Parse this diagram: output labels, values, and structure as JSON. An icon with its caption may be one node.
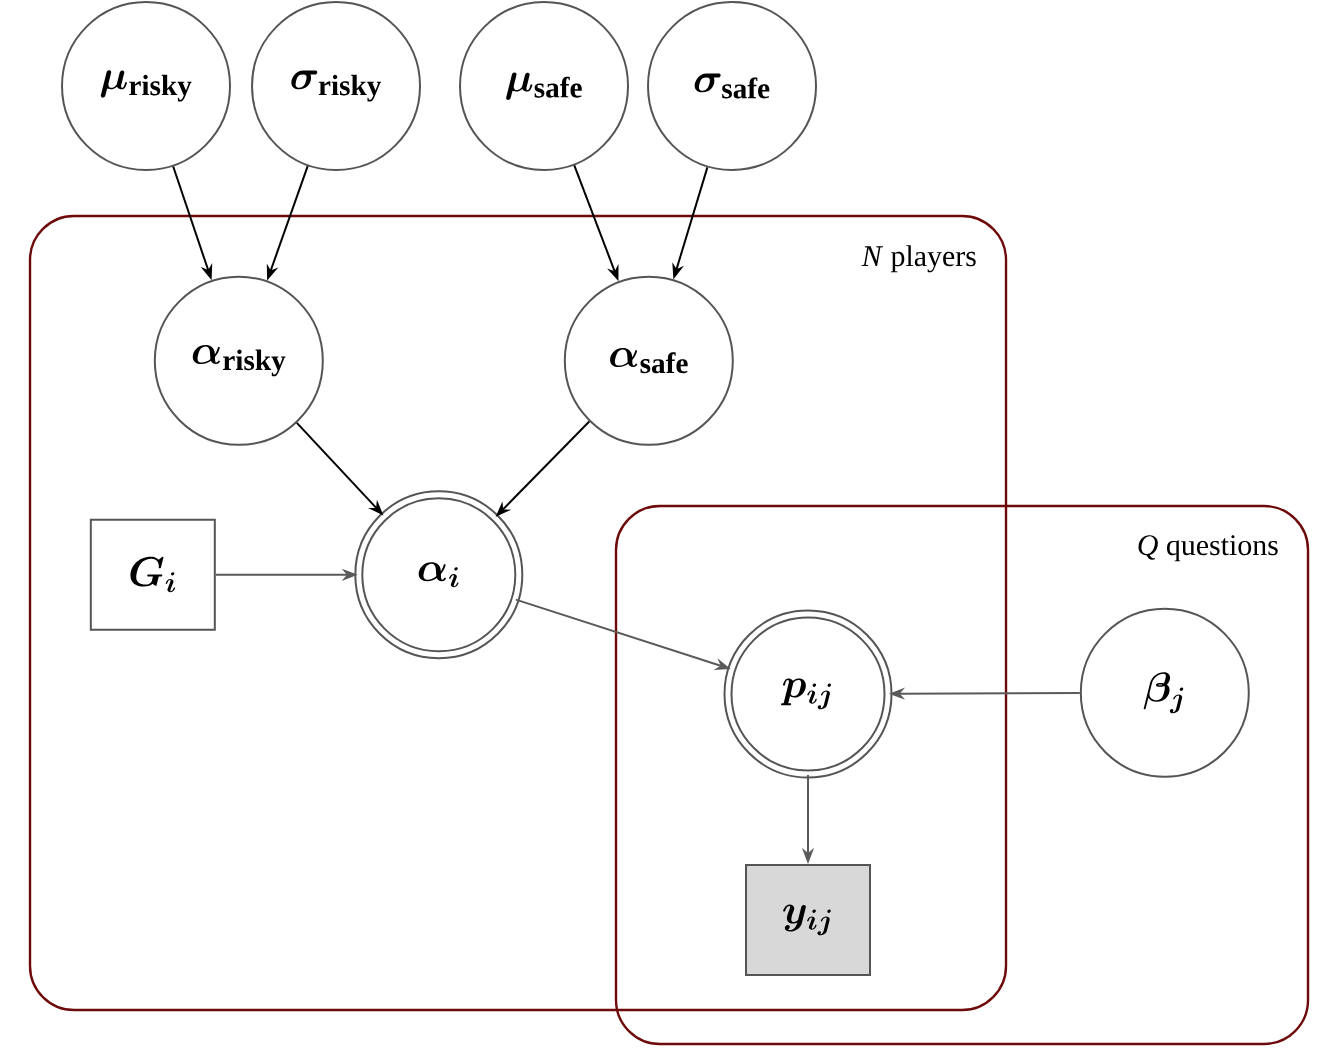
{
  "diagram": {
    "nodes": [
      {
        "text": [
          "\\mu_{\\mathrm{risky}}"
        ]
      },
      {
        "text": [
          "\\sigma_{\\mathrm{risky}}"
        ]
      },
      {
        "text": [
          "\\mu_{\\mathrm{safe}}"
        ]
      },
      {
        "text": [
          "\\sigma_{\\mathrm{safe}}"
        ]
      },
      {
        "text": [
          "*N* players"
        ]
      },
      {
        "text": [
          "\\alpha_{\\mathrm{risky}}"
        ],
        "in": 4
      },
      {
        "text": [
          "\\alpha_{\\mathrm{safe}}"
        ],
        "in": 4
      },
      {
        "text": [
          "G_{i}"
        ],
        "in": 4
      },
      {
        "text": [
          "\\alpha_{i}"
        ],
        "in": 4
      },
      {
        "text": [
          "*Q* questions"
        ]
      },
      {
        "text": [
          "p_{ij}"
        ]
      },
      {
        "text": [
          "\\beta_{j}"
        ],
        "in": 9
      },
      {
        "text": [
          "y_{ij}"
        ]
      }
    ],
    "edges": [
      {
        "from": 0,
        "to": 5,
        "arrow": "to"
      },
      {
        "from": 1,
        "to": 5,
        "arrow": "to"
      },
      {
        "from": 2,
        "to": 6,
        "arrow": "to"
      },
      {
        "from": 3,
        "to": 6,
        "arrow": "to"
      },
      {
        "from": 5,
        "to": 8,
        "arrow": "to"
      },
      {
        "from": 6,
        "to": 8,
        "arrow": "to"
      },
      {
        "from": 7,
        "to": 8,
        "arrow": "to",
        "color": "#5a5a5a"
      },
      {
        "from": 8,
        "to": 10,
        "arrow": "to",
        "color": "#5a5a5a"
      },
      {
        "from": 11,
        "to": 10,
        "arrow": "to",
        "color": "#5a5a5a"
      },
      {
        "from": 10,
        "to": 12,
        "arrow": "to",
        "color": "#5a5a5a"
      }
    ]
  }
}
